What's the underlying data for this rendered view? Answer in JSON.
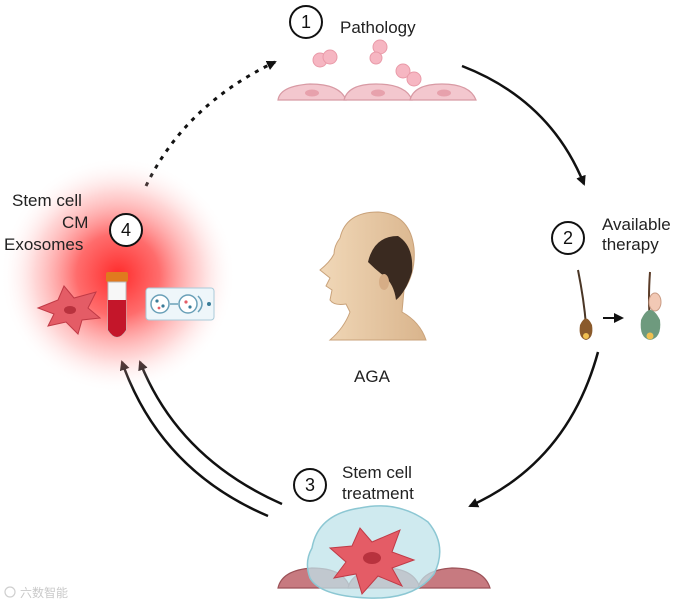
{
  "center": {
    "label": "AGA"
  },
  "steps": [
    {
      "number": "1",
      "line1": "Pathology",
      "line2": ""
    },
    {
      "number": "2",
      "line1": "Available",
      "line2": "therapy"
    },
    {
      "number": "3",
      "line1": "Stem cell",
      "line2": "treatment"
    },
    {
      "number": "4",
      "line1": "Stem cell",
      "line2": "CM",
      "line3": "Exosomes"
    }
  ],
  "watermark": "六数智能",
  "colors": {
    "arrow": "#111111",
    "cell_pink": "#f3c7ce",
    "blob_pink": "#f6b6c2",
    "stem_cell": "#e45c66",
    "glow_red": "#ff2b2b",
    "membrane_blue": "#bfe3ea",
    "tube_red": "#c4162a",
    "tube_cap": "#e07a1e",
    "skin": "#e8c9a4",
    "hair": "#3a2a20"
  },
  "icons": [
    "head-profile-icon",
    "hair-follicle-icon",
    "test-tube-icon",
    "exosome-icon",
    "stem-cell-icon"
  ]
}
